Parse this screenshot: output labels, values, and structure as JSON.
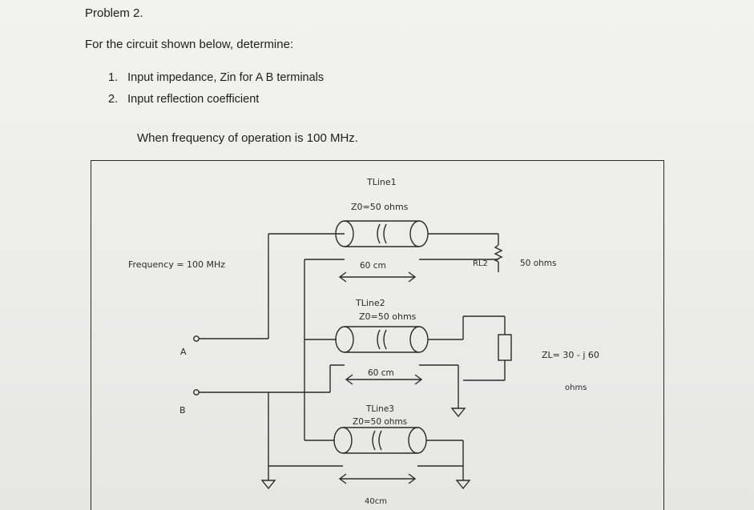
{
  "problem": {
    "title": "Problem 2.",
    "prompt": "For the circuit shown below, determine:",
    "tasks": [
      {
        "number": "1.",
        "text": "Input impedance, Zin for A B terminals"
      },
      {
        "number": "2.",
        "text": "Input reflection coefficient"
      }
    ],
    "condition": "When frequency of operation is 100 MHz."
  },
  "circuit": {
    "frequency_label": "Frequency = 100 MHz",
    "terminal_a": "A",
    "terminal_b": "B",
    "tline1": {
      "name": "TLine1",
      "impedance": "Z0=50 ohms",
      "length": "60 cm"
    },
    "tline2": {
      "name": "TLine2",
      "impedance": "Z0=50 ohms",
      "length": "60 cm"
    },
    "tline3": {
      "name": "TLine3",
      "impedance": "Z0=50 ohms",
      "length": "40cm"
    },
    "resistor": {
      "name": "RL2",
      "value": "50 ohms"
    },
    "load": {
      "value": "ZL= 30 - j 60",
      "unit": "ohms"
    }
  }
}
